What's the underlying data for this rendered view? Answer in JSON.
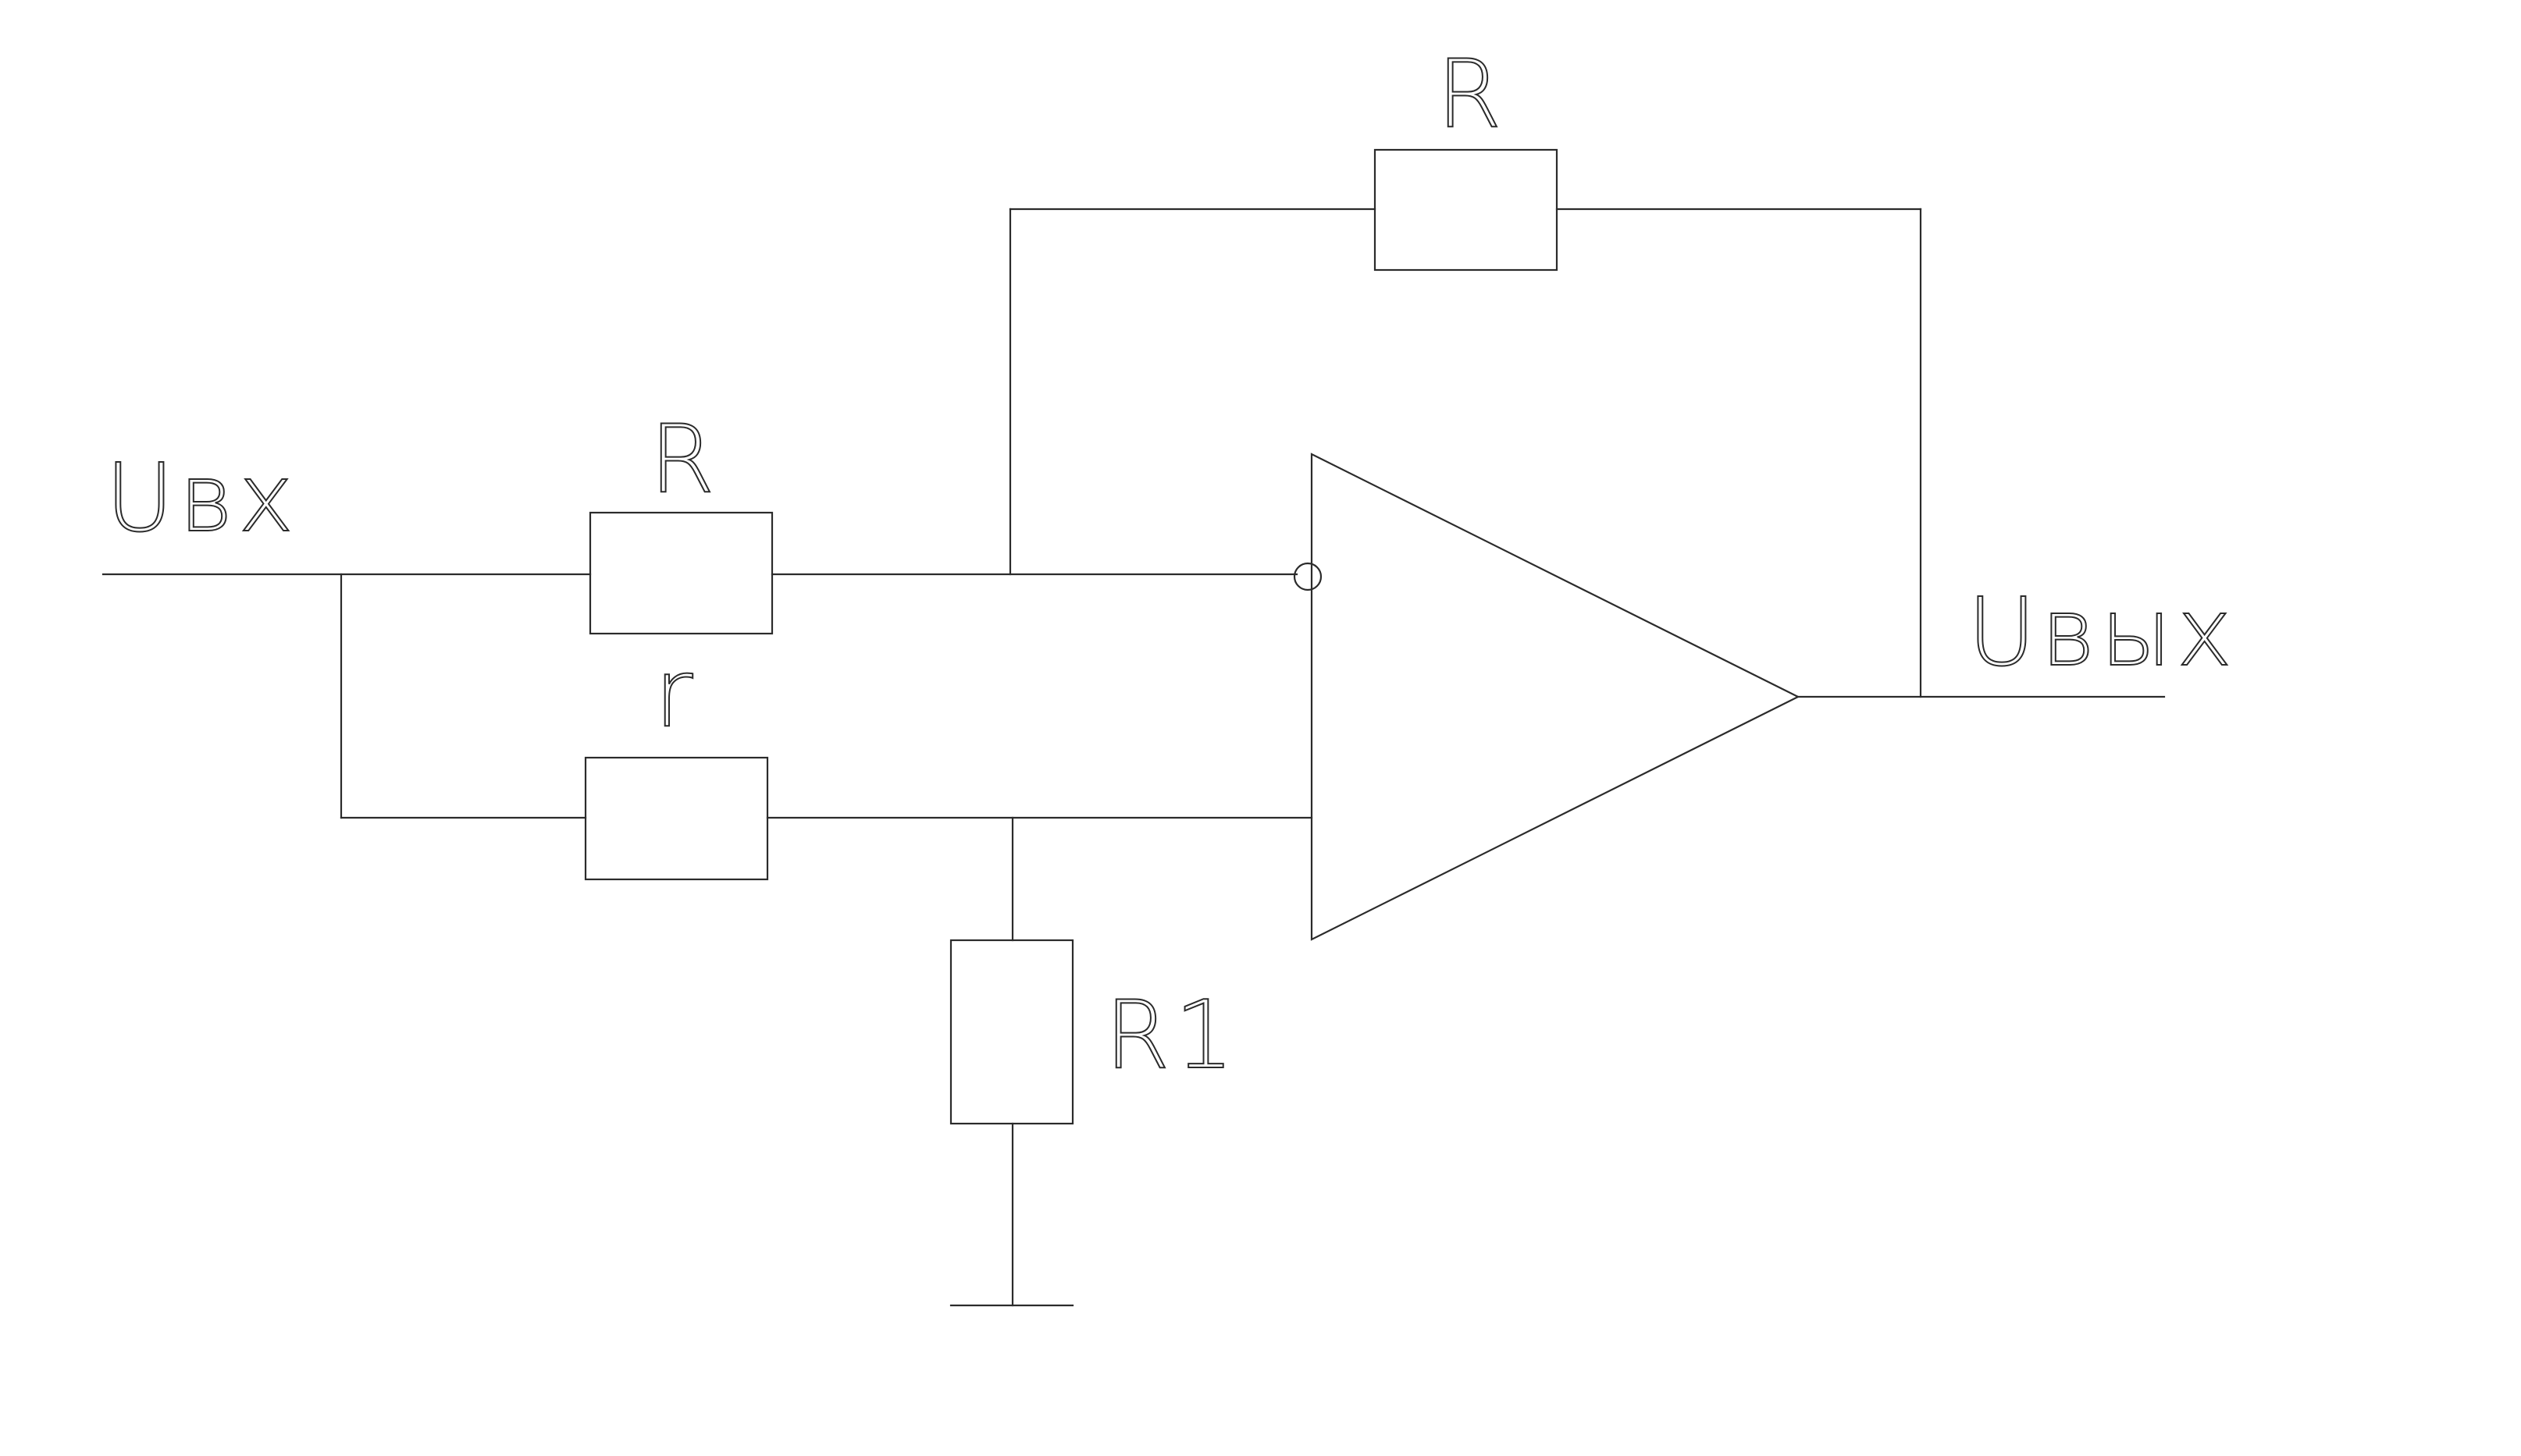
{
  "colors": {
    "line": "#2b2b2b",
    "background": "#ffffff"
  },
  "labels": {
    "input_voltage": "Uвх",
    "output_voltage": "Uвых",
    "feedback_resistor": "R",
    "input_resistor": "R",
    "lower_resistor": "r",
    "ground_resistor": "R1"
  }
}
